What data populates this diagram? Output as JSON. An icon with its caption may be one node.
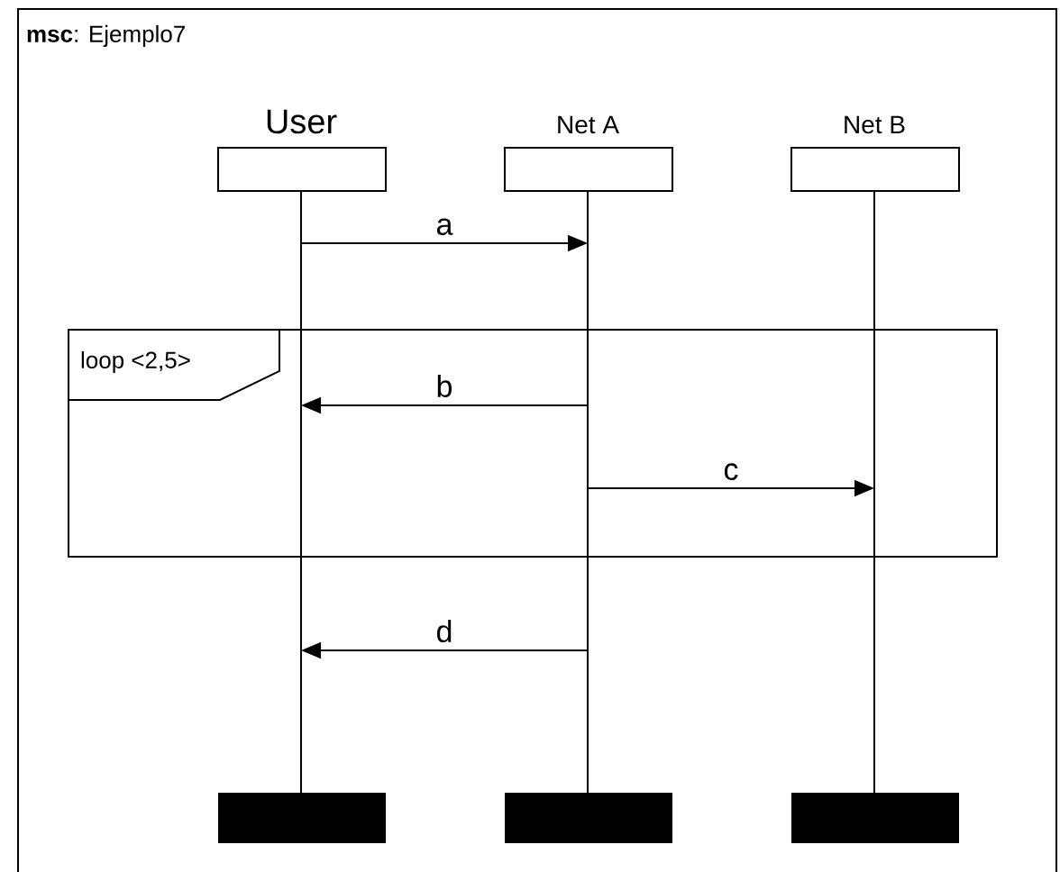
{
  "diagram": {
    "title": "**msc**: Ejemplo7",
    "nodes": [
      {
        "text": [
          "User"
        ]
      },
      {
        "text": [
          "Net A"
        ]
      },
      {
        "text": [
          "Net B"
        ]
      }
    ],
    "edges": [
      {
        "from": 0,
        "to": 1,
        "arrow": "to",
        "label": "a"
      },
      {
        "from": 1,
        "to": 0,
        "arrow": "to",
        "label": "b"
      },
      {
        "from": 1,
        "to": 2,
        "arrow": "to",
        "label": "c"
      },
      {
        "from": 1,
        "to": 0,
        "arrow": "to",
        "label": "d"
      }
    ],
    "labels": [
      "loop <2,5>"
    ]
  }
}
